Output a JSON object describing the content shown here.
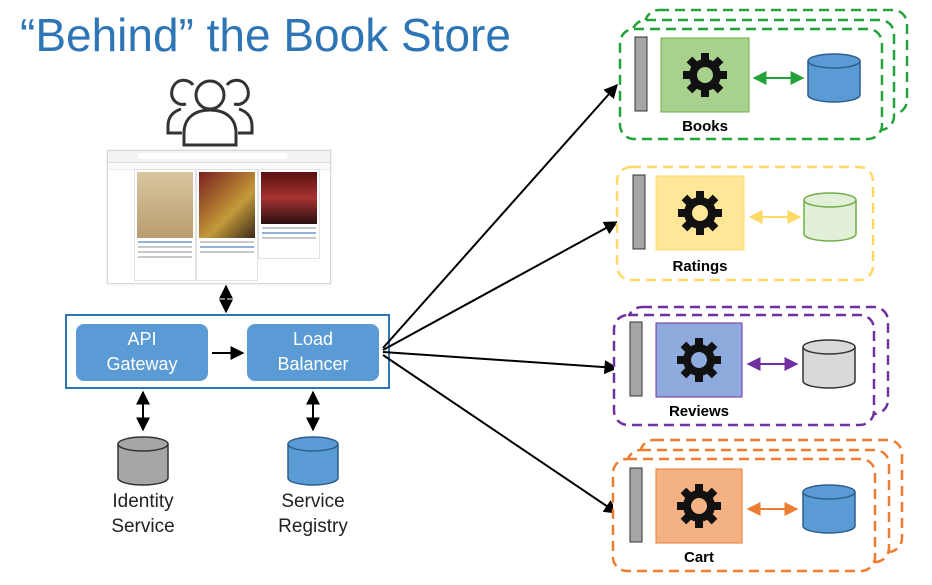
{
  "title": "“Behind” the Book Store",
  "icons": {
    "users": "users-icon",
    "gear": "gear-icon",
    "database": "database-icon",
    "browser": "browser-screenshot"
  },
  "gateway": {
    "api_gateway": [
      "API",
      "Gateway"
    ],
    "load_balancer": [
      "Load",
      "Balancer"
    ],
    "box_fill": "#5b9bd5",
    "frame_stroke": "#2e75b6"
  },
  "identity_service": {
    "label": [
      "Identity",
      "Service"
    ],
    "db_fill": "#a6a6a6"
  },
  "service_registry": {
    "label": [
      "Service",
      "Registry"
    ],
    "db_fill": "#5b9bd5"
  },
  "services": [
    {
      "name": "Books",
      "color": "#22a33a",
      "fill": "#a9d18e",
      "db_fill": "#5b9bd5"
    },
    {
      "name": "Ratings",
      "color": "#ffd966",
      "fill": "#ffe699",
      "db_fill": "#e2f0d9"
    },
    {
      "name": "Reviews",
      "color": "#7030a0",
      "fill": "#8faadc",
      "db_fill": "#d9d9d9"
    },
    {
      "name": "Cart",
      "color": "#ed7d31",
      "fill": "#f4b183",
      "db_fill": "#5b9bd5"
    }
  ]
}
